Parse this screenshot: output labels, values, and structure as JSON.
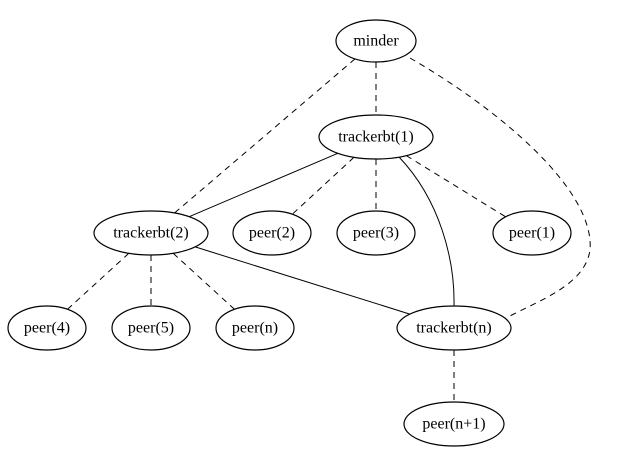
{
  "diagram": {
    "nodes": [
      {
        "id": "minder",
        "label": "minder"
      },
      {
        "id": "trackerbt1",
        "label": "trackerbt(1)"
      },
      {
        "id": "trackerbt2",
        "label": "trackerbt(2)"
      },
      {
        "id": "peer2",
        "label": "peer(2)"
      },
      {
        "id": "peer3",
        "label": "peer(3)"
      },
      {
        "id": "peer1",
        "label": "peer(1)"
      },
      {
        "id": "peer4",
        "label": "peer(4)"
      },
      {
        "id": "peer5",
        "label": "peer(5)"
      },
      {
        "id": "peern",
        "label": "peer(n)"
      },
      {
        "id": "trackerbtn",
        "label": "trackerbt(n)"
      },
      {
        "id": "peern1",
        "label": "peer(n+1)"
      }
    ],
    "edges": [
      {
        "from": "minder",
        "to": "trackerbt1",
        "style": "dashed"
      },
      {
        "from": "minder",
        "to": "trackerbt2",
        "style": "dashed"
      },
      {
        "from": "minder",
        "to": "trackerbtn",
        "style": "dashed"
      },
      {
        "from": "trackerbt1",
        "to": "trackerbt2",
        "style": "solid"
      },
      {
        "from": "trackerbt1",
        "to": "peer2",
        "style": "dashed"
      },
      {
        "from": "trackerbt1",
        "to": "peer3",
        "style": "dashed"
      },
      {
        "from": "trackerbt1",
        "to": "peer1",
        "style": "dashed"
      },
      {
        "from": "trackerbt1",
        "to": "trackerbtn",
        "style": "solid"
      },
      {
        "from": "trackerbt2",
        "to": "peer4",
        "style": "dashed"
      },
      {
        "from": "trackerbt2",
        "to": "peer5",
        "style": "dashed"
      },
      {
        "from": "trackerbt2",
        "to": "peern",
        "style": "dashed"
      },
      {
        "from": "trackerbt2",
        "to": "trackerbtn",
        "style": "solid"
      },
      {
        "from": "trackerbtn",
        "to": "peern1",
        "style": "dashed"
      }
    ]
  }
}
